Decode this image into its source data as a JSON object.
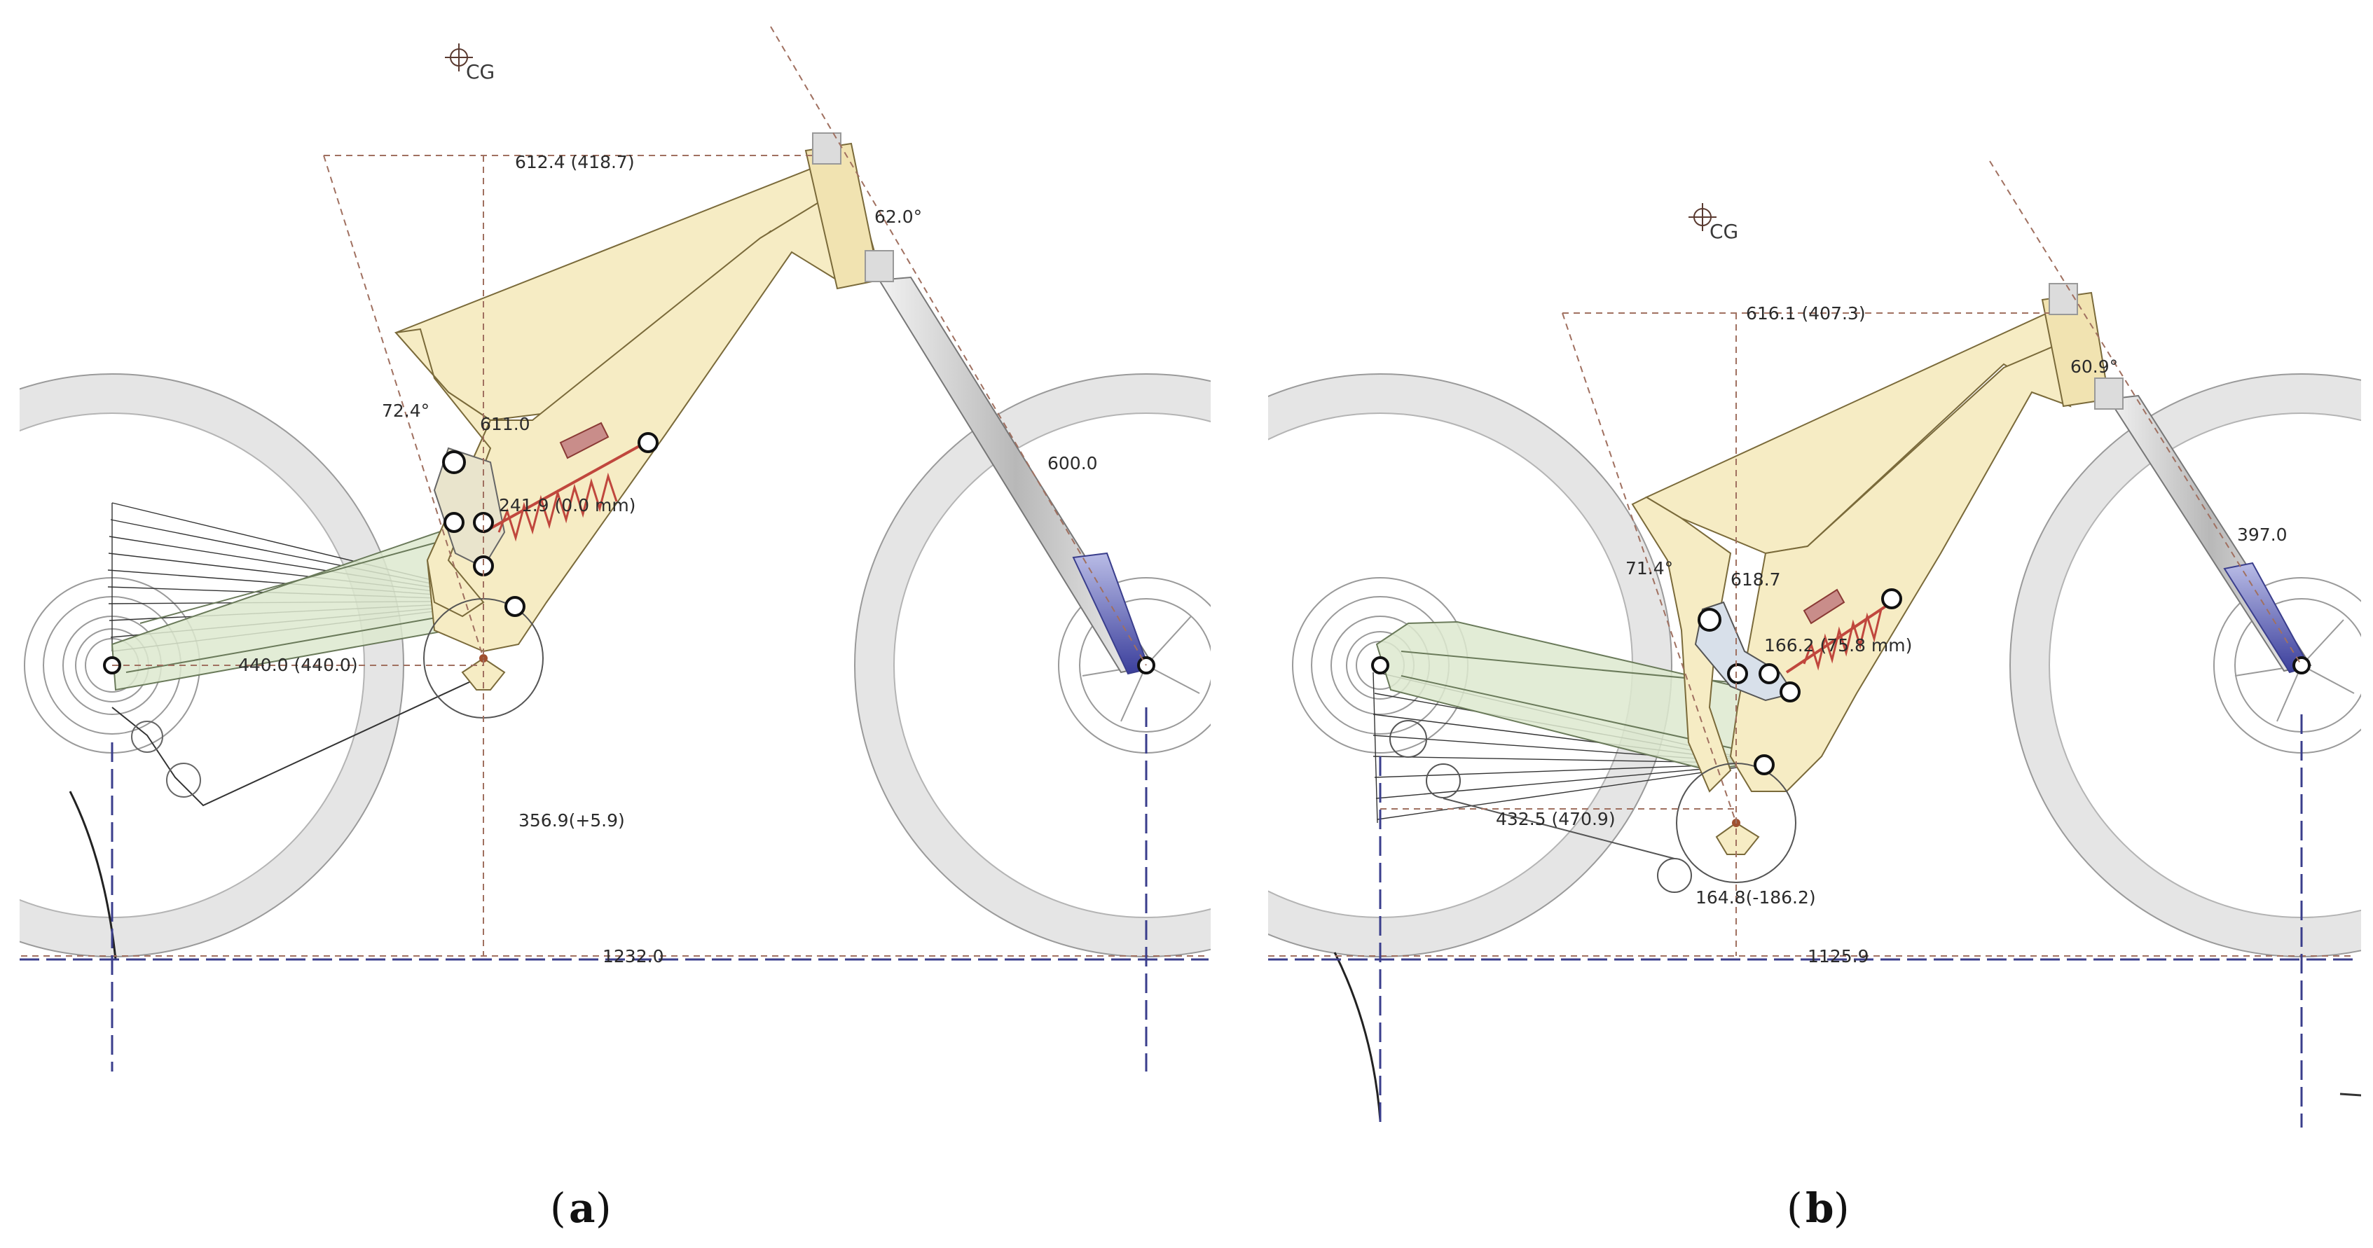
{
  "panels": [
    {
      "id": "a",
      "label": "a",
      "measurements": {
        "cg": "CG",
        "reach": "612.4 (418.7)",
        "head_angle": "62.0°",
        "seat_angle": "72.4°",
        "seat_tube": "611.0",
        "shock": "241.9 (0.0 mm)",
        "fork": "600.0",
        "chainstay": "440.0 (440.0)",
        "bb_height": "356.9(+5.9)",
        "wheelbase": "1232.0"
      }
    },
    {
      "id": "b",
      "label": "b",
      "measurements": {
        "cg": "CG",
        "reach": "616.1 (407.3)",
        "head_angle": "60.9°",
        "seat_angle": "71.4°",
        "seat_tube": "618.7",
        "shock": "166.2 (75.8 mm)",
        "fork": "397.0",
        "chainstay": "432.5 (470.9)",
        "bb_height": "164.8(-186.2)",
        "wheelbase": "1125.9"
      }
    }
  ],
  "colors": {
    "frame": "#f6ecc4",
    "swingarm": "#dde9cf",
    "tire": "#e7e7e7",
    "spring": "#c0473d",
    "dim_line": "#a07060",
    "axis_line": "#3a3e8c",
    "fork_lower": "#4a4fae"
  }
}
